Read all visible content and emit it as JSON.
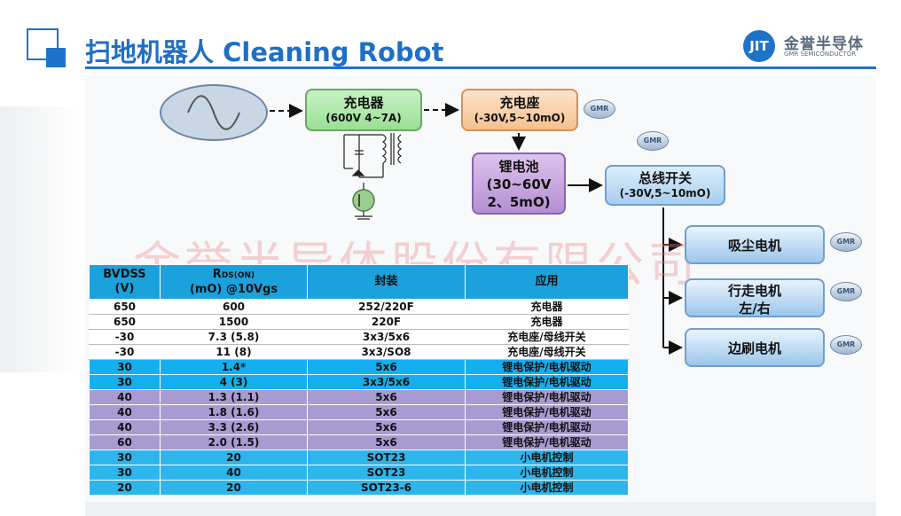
{
  "header": {
    "title": "扫地机器人 Cleaning Robot",
    "logo_mark": "JIT",
    "logo_cn": "金誉半导体",
    "logo_en": "GMR SEMICONDUCTOR"
  },
  "watermark": "金誉半导体股份有限公司",
  "diagram": {
    "charger": {
      "title": "充电器",
      "spec": "(600V 4~7A)"
    },
    "dock": {
      "title": "充电座",
      "spec": "(-30V,5~10mO)"
    },
    "battery": {
      "line1": "锂电池",
      "line2": "(30~60V",
      "line3": "2、5mO)"
    },
    "bus_switch": {
      "title": "总线开关",
      "spec": "(-30V,5~10mO)"
    },
    "motors": [
      {
        "line1": "吸尘电机",
        "line2": ""
      },
      {
        "line1": "行走电机",
        "line2": "左/右"
      },
      {
        "line1": "边刷电机",
        "line2": ""
      }
    ],
    "chip_label": "GMR"
  },
  "table": {
    "headers": {
      "bvdss_1": "BVDSS",
      "bvdss_2": "(V)",
      "rds_main": "R",
      "rds_sub": "DS(ON)",
      "rds_2": "(mO) @10Vgs",
      "package": "封装",
      "application": "应用"
    },
    "rows": [
      {
        "style": "white",
        "bvdss": "650",
        "rds": "600",
        "pkg": "252/220F",
        "app": "充电器"
      },
      {
        "style": "white",
        "bvdss": "650",
        "rds": "1500",
        "pkg": "220F",
        "app": "充电器"
      },
      {
        "style": "white",
        "bvdss": "-30",
        "rds": "7.3 (5.8)",
        "pkg": "3x3/5x6",
        "app": "充电座/母线开关"
      },
      {
        "style": "white",
        "bvdss": "-30",
        "rds": "11 (8)",
        "pkg": "3x3/SO8",
        "app": "充电座/母线开关"
      },
      {
        "style": "blue",
        "bvdss": "30",
        "rds": "1.4*",
        "pkg": "5x6",
        "app": "锂电保护/电机驱动"
      },
      {
        "style": "blue",
        "bvdss": "30",
        "rds": "4 (3)",
        "pkg": "3x3/5x6",
        "app": "锂电保护/电机驱动"
      },
      {
        "style": "purple",
        "bvdss": "40",
        "rds": "1.3 (1.1)",
        "pkg": "5x6",
        "app": "锂电保护/电机驱动"
      },
      {
        "style": "purple",
        "bvdss": "40",
        "rds": "1.8 (1.6)",
        "pkg": "5x6",
        "app": "锂电保护/电机驱动"
      },
      {
        "style": "purple",
        "bvdss": "40",
        "rds": "3.3 (2.6)",
        "pkg": "5x6",
        "app": "锂电保护/电机驱动"
      },
      {
        "style": "purple",
        "bvdss": "60",
        "rds": "2.0 (1.5)",
        "pkg": "5x6",
        "app": "锂电保护/电机驱动"
      },
      {
        "style": "mid",
        "bvdss": "30",
        "rds": "20",
        "pkg": "SOT23",
        "app": "小电机控制"
      },
      {
        "style": "mid",
        "bvdss": "30",
        "rds": "40",
        "pkg": "SOT23",
        "app": "小电机控制"
      },
      {
        "style": "mid",
        "bvdss": "20",
        "rds": "20",
        "pkg": "SOT23-6",
        "app": "小电机控制"
      }
    ]
  }
}
